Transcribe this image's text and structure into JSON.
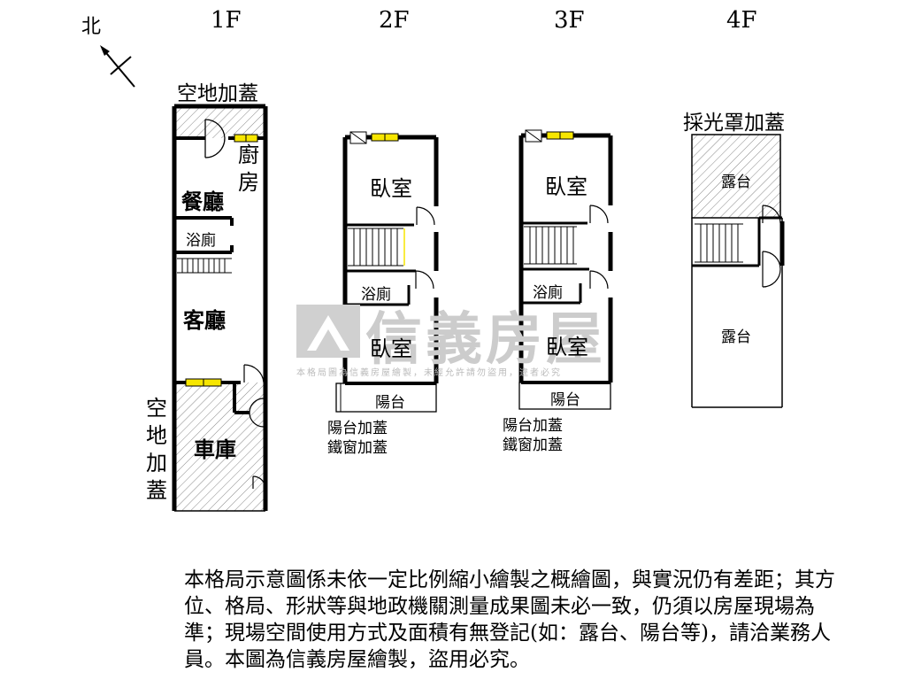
{
  "compass": {
    "label": "北"
  },
  "floors": {
    "f1": {
      "title": "1F",
      "top_label": "空地加蓋",
      "side_label": "空地加蓋",
      "rooms": {
        "kitchen": "廚房",
        "dining": "餐廳",
        "bath": "浴廁",
        "living": "客廳",
        "garage": "車庫"
      }
    },
    "f2": {
      "title": "2F",
      "rooms": {
        "bedroom1": "臥室",
        "bath": "浴廁",
        "bedroom2": "臥室",
        "balcony": "陽台"
      },
      "notes": [
        "陽台加蓋",
        "鐵窗加蓋"
      ]
    },
    "f3": {
      "title": "3F",
      "rooms": {
        "bedroom1": "臥室",
        "bath": "浴廁",
        "bedroom2": "臥室",
        "balcony": "陽台"
      },
      "notes": [
        "陽台加蓋",
        "鐵窗加蓋"
      ]
    },
    "f4": {
      "title": "4F",
      "top_label": "採光罩加蓋",
      "rooms": {
        "terrace1": "露台",
        "terrace2": "露台"
      }
    }
  },
  "watermark": {
    "brand": "信義房屋",
    "subtext": "本格局圖為信義房屋繪製，未經允許請勿盜用，違者必究"
  },
  "disclaimer": "本格局示意圖係未依一定比例縮小繪製之概繪圖，與實況仍有差距；其方位、格局、形狀等與地政機關測量成果圖未必一致，仍須以房屋現場為準；現場空間使用方式及面積有無登記(如：露台、陽台等)，請洽業務人員。本圖為信義房屋繪製，盜用必究。"
}
